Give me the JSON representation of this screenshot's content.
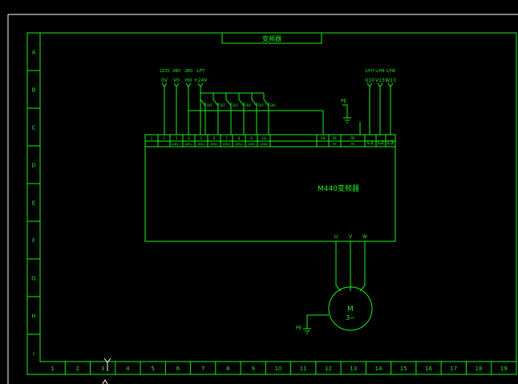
{
  "title": "变频器",
  "drive_label": "M440变频器",
  "rows": [
    "A",
    "B",
    "C",
    "D",
    "E",
    "F",
    "G",
    "H",
    "I"
  ],
  "cols": [
    "1",
    "2",
    "3",
    "4",
    "5",
    "6",
    "7",
    "8",
    "9",
    "10",
    "11",
    "12",
    "13",
    "14",
    "15",
    "16",
    "17",
    "18",
    "19"
  ],
  "left_wires": [
    {
      "code": "1Z35",
      "sig": "0V"
    },
    {
      "code": "2B0",
      "sig": "V0"
    },
    {
      "code": "2B0",
      "sig": "H0"
    },
    {
      "code": "1/F7",
      "sig": "+24V"
    }
  ],
  "right_wires": [
    {
      "code": "1/H7",
      "sig": "U10"
    },
    {
      "code": "L/H8",
      "sig": "V13"
    },
    {
      "code": "1/H8",
      "sig": "W13"
    }
  ],
  "switches": [
    "DI1",
    "DI2",
    "DI3",
    "DI4",
    "DI5",
    "DI6"
  ],
  "term_nums": [
    "1",
    "2",
    "3",
    "4",
    "5",
    "6",
    "7",
    "8",
    "9",
    "16",
    "",
    "28",
    "PE",
    "PE",
    "L1",
    "L2",
    "L3"
  ],
  "term_names": [
    "-",
    "-",
    "AIN1+",
    "AIN1-",
    "DIN1",
    "DIN2",
    "DIN3",
    "DIN4",
    "DIN5",
    "DIN6",
    "",
    "-",
    "PE",
    "PE",
    "L1",
    "L2",
    "L3"
  ],
  "pe_label": "PE",
  "outputs": [
    "U",
    "V",
    "W"
  ],
  "motor": {
    "name": "M",
    "phase": "3~"
  },
  "motor_pe": "PE"
}
